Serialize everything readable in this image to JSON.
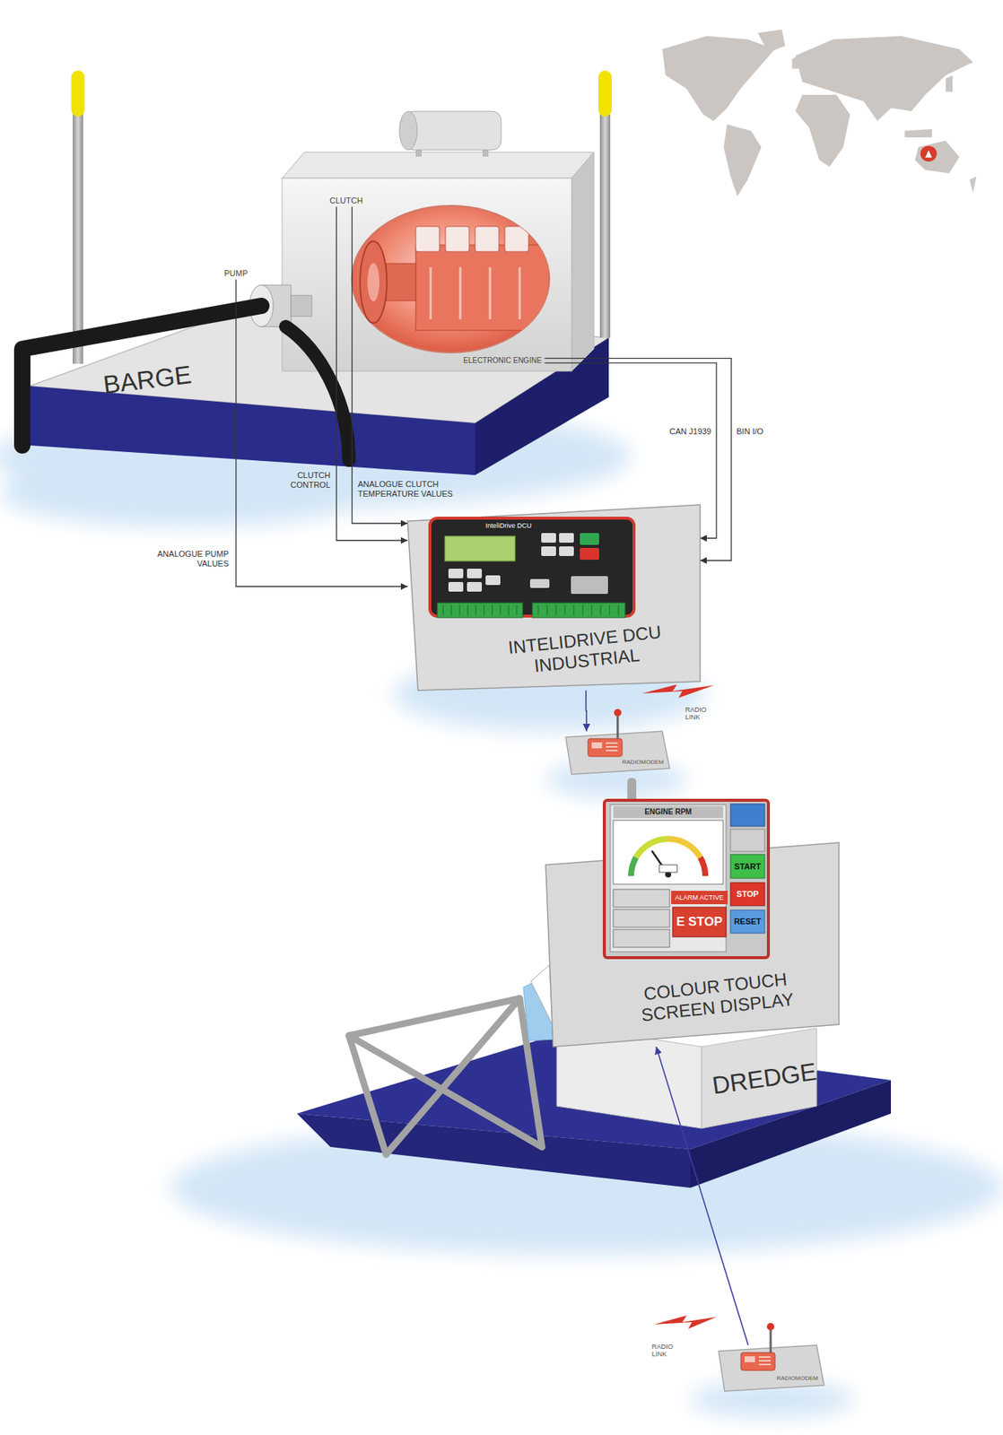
{
  "diagram": {
    "nodes": [
      {
        "text": [
          "BARGE"
        ]
      },
      {
        "text": [
          "PUMP"
        ]
      },
      {
        "text": [
          "CLUTCH"
        ]
      },
      {
        "text": [
          "ELECTRONIC ENGINE"
        ]
      },
      {
        "text": [
          "INTELIDRIVE DCU INDUSTRIAL"
        ]
      },
      {
        "text": [
          "RADIOMODEM"
        ]
      },
      {
        "text": [
          "COLOUR TOUCH SCREEN DISPLAY"
        ]
      },
      {
        "text": [
          "DREDGE"
        ]
      },
      {
        "text": [
          "RADIOMODEM"
        ]
      }
    ],
    "edges": [
      {
        "from": 1,
        "to": 4,
        "label": "ANALOGUE PUMP VALUES",
        "arrow": "to"
      },
      {
        "from": 2,
        "to": 4,
        "label": "CLUTCH CONTROL",
        "arrow": "to"
      },
      {
        "from": 2,
        "to": 4,
        "label": "ANALOGUE CLUTCH TEMPERATURE VALUES",
        "arrow": "to"
      },
      {
        "from": 3,
        "to": 4,
        "label": "CAN J1939",
        "arrow": "to"
      },
      {
        "from": 3,
        "to": 4,
        "label": "BIN I/O",
        "arrow": "to"
      },
      {
        "from": 4,
        "to": 5,
        "arrow": "to"
      },
      {
        "from": 8,
        "to": 6,
        "arrow": "to"
      }
    ],
    "labels": [
      "InteliDrive DCU",
      "RADIO LINK",
      "ENGINE RPM",
      "START",
      "STOP",
      "RESET",
      "ALARM ACTIVE",
      "E STOP",
      "RADIO LINK"
    ]
  }
}
